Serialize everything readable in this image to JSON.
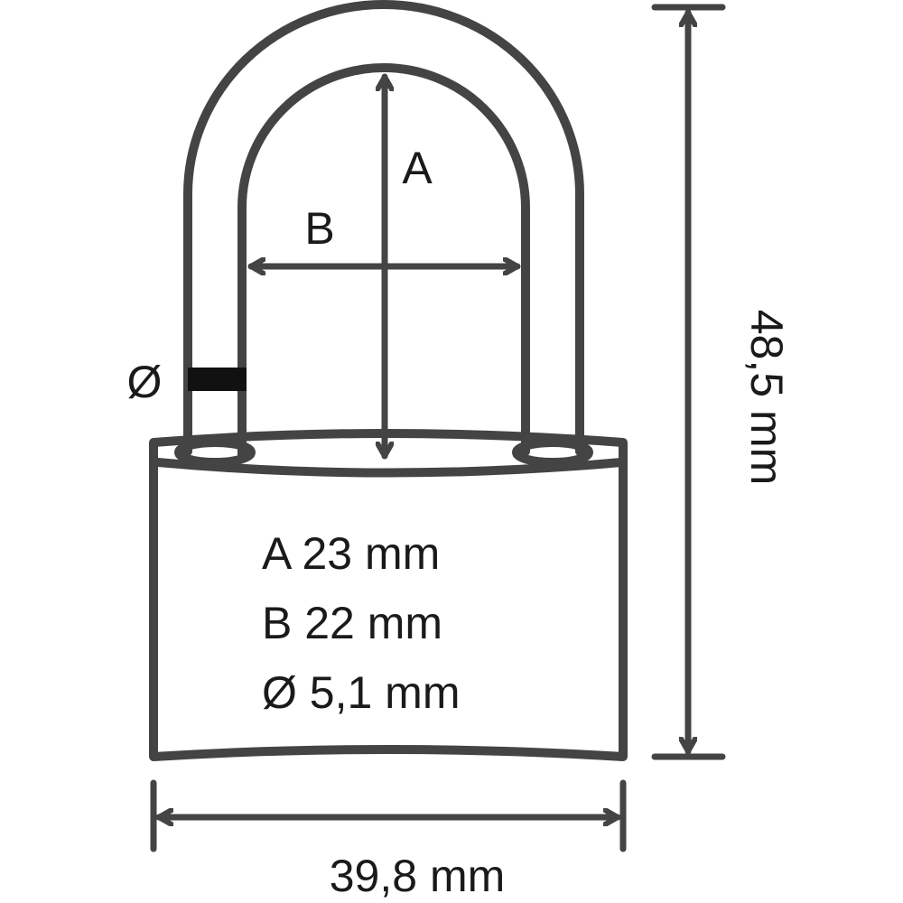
{
  "labels": {
    "a": "A",
    "b": "B",
    "diameter_symbol": "Ø",
    "height": "48,5 mm",
    "width": "39,8 mm"
  },
  "specs": [
    "A 23 mm",
    "B 22 mm",
    "Ø 5,1 mm"
  ]
}
